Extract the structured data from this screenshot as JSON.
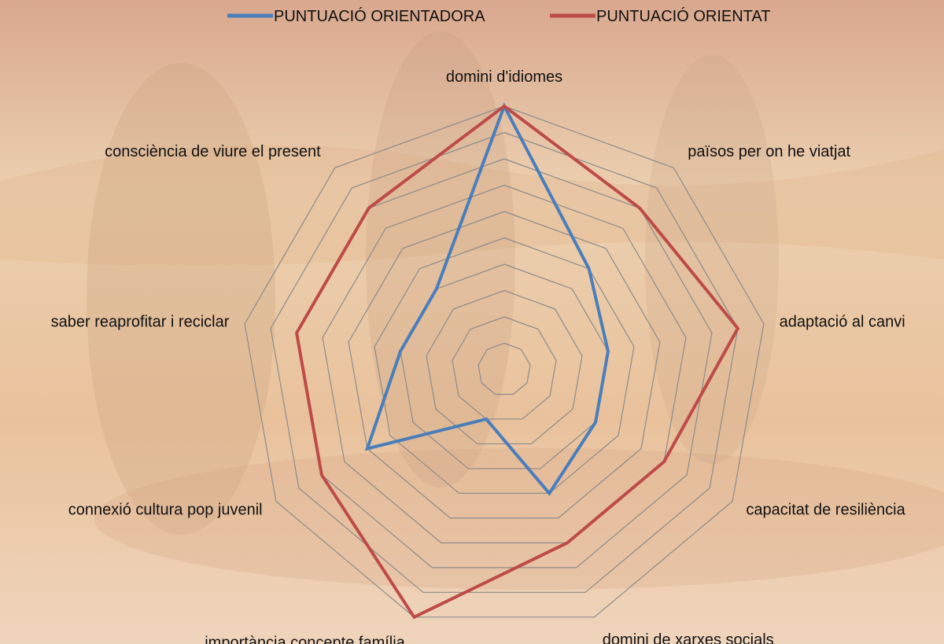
{
  "chart_data": {
    "type": "radar",
    "title": "",
    "rmax": 10,
    "rings": 10,
    "grid": true,
    "legend_position": "top",
    "categories": [
      "domini d'idiomes",
      "països per on he viatjat",
      "adaptació al canvi",
      "capacitat de resiliència",
      "domini de xarxes socials",
      "importància concepte família",
      "connexió cultura pop juvenil",
      "saber reaprofitar i reciclar",
      "consciència de viure el present"
    ],
    "series": [
      {
        "name": "PUNTUACIÓ ORIENTADORA",
        "color": "#4a7ebb",
        "values": [
          10,
          5,
          4,
          4,
          5,
          2,
          6,
          4,
          4
        ]
      },
      {
        "name": "PUNTUACIÓ ORIENTAT",
        "color": "#be4b48",
        "values": [
          10,
          8,
          9,
          7,
          7,
          10,
          8,
          8,
          8
        ]
      }
    ]
  }
}
